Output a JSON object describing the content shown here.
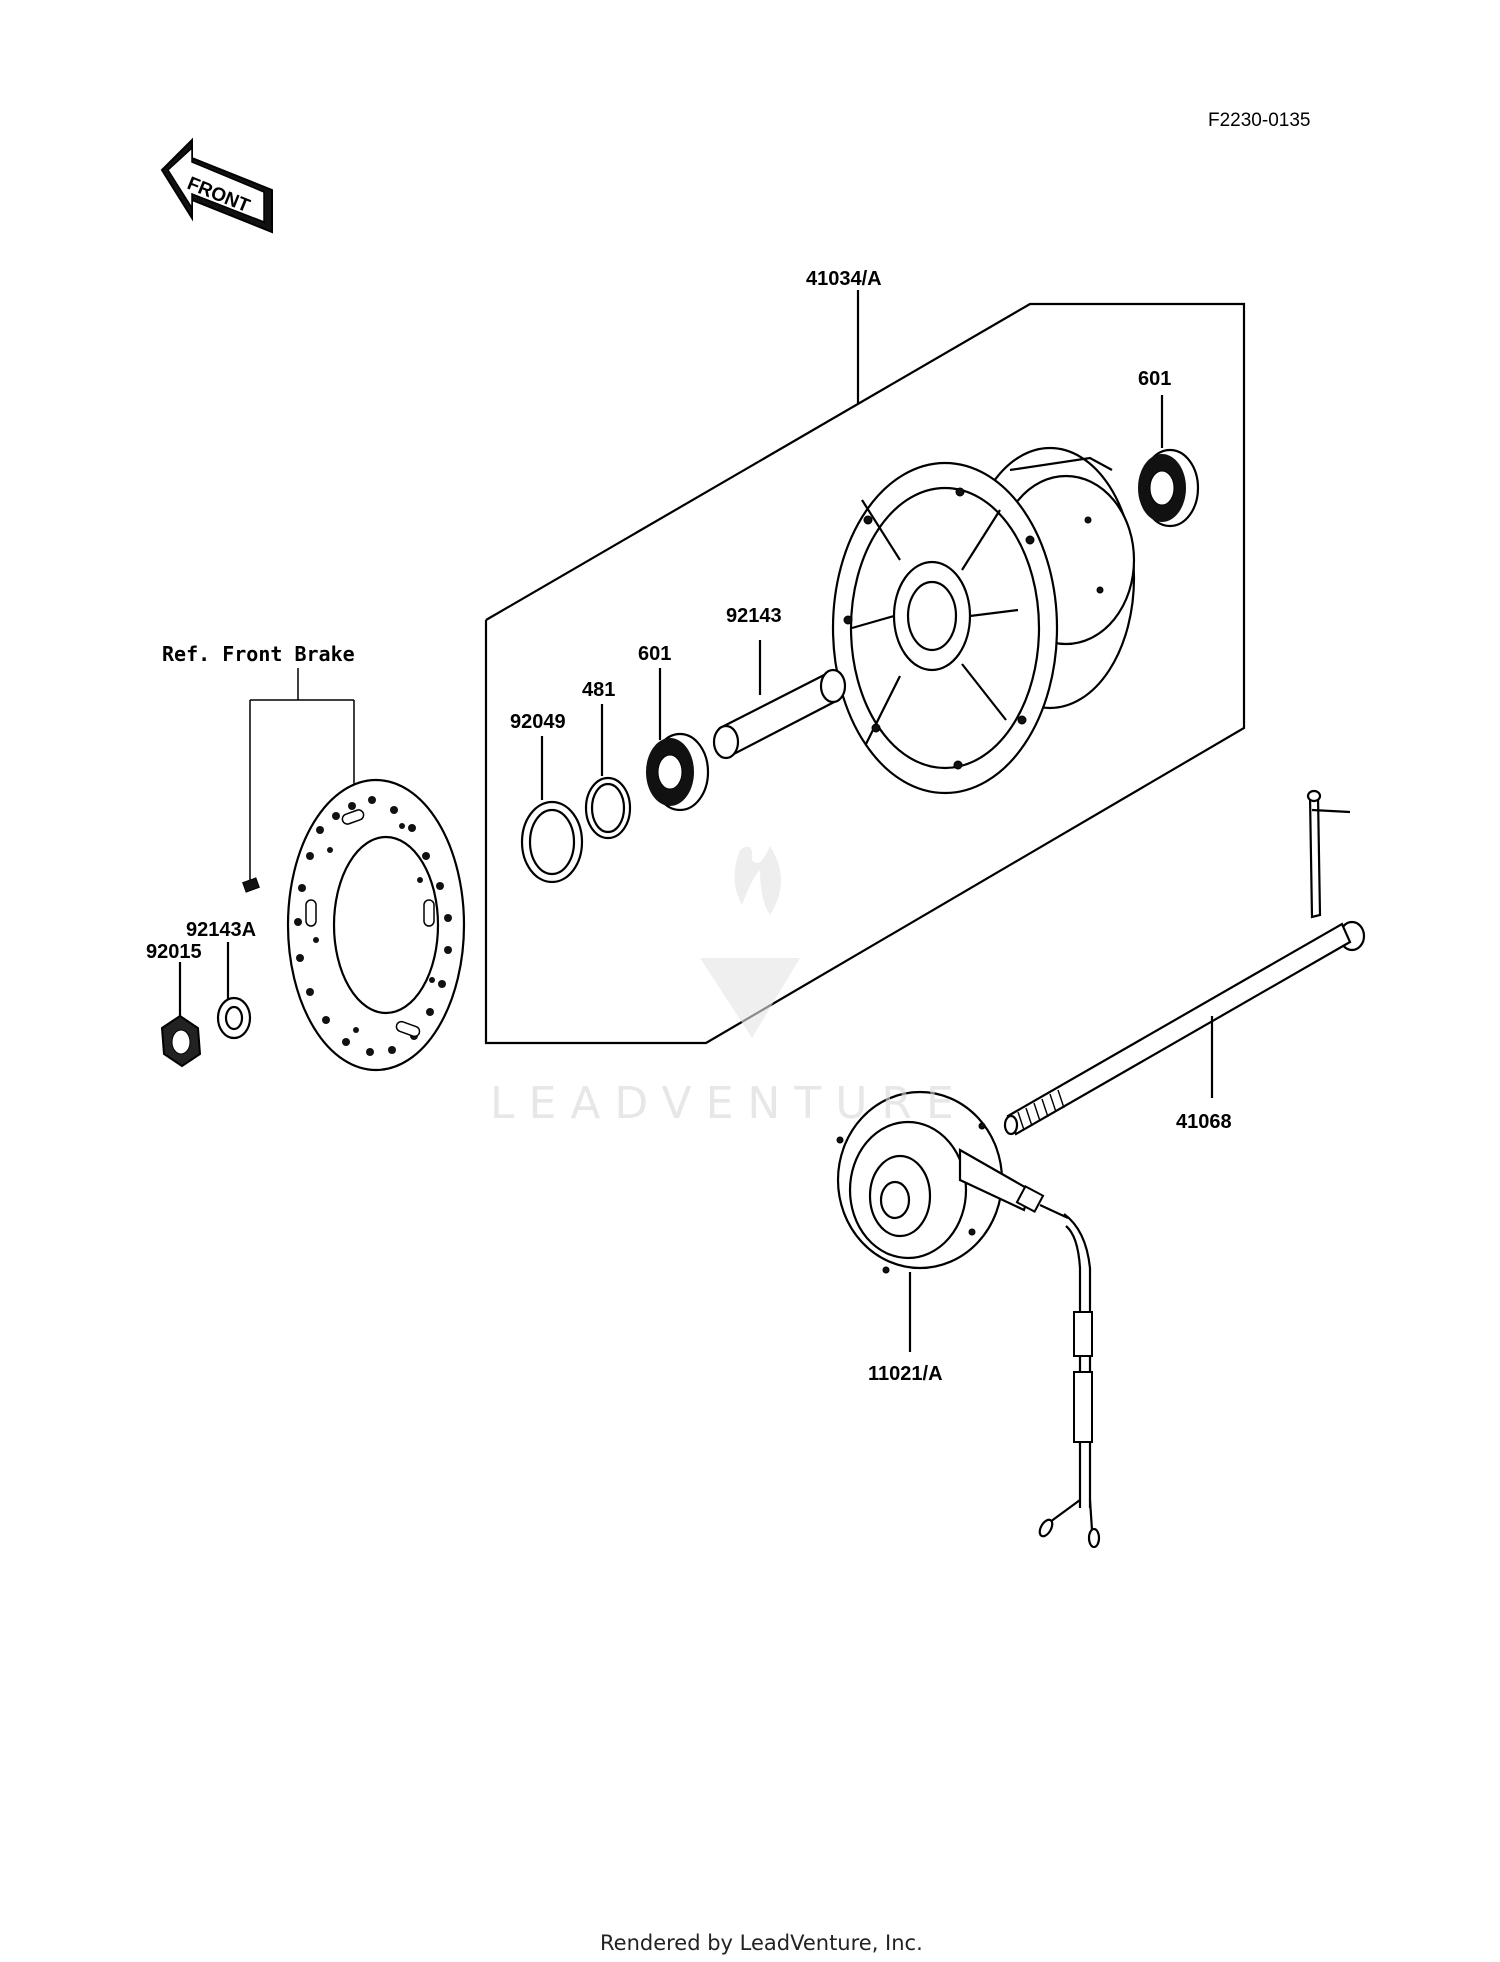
{
  "diagram_code": "F2230-0135",
  "front_arrow_text": "FRONT",
  "reference_note": "Ref. Front Brake",
  "watermark": "LEADVENTURE",
  "footer": "Rendered by LeadVenture, Inc.",
  "part_labels": {
    "hub_assembly": "41034/A",
    "bearing_right": "601",
    "spacer_sleeve": "92143",
    "bearing_left": "601",
    "circlip": "481",
    "oil_seal": "92049",
    "brake_bolt_collar": "92143A",
    "axle_nut": "92015",
    "axle": "41068",
    "speed_sensor": "11021/A"
  }
}
